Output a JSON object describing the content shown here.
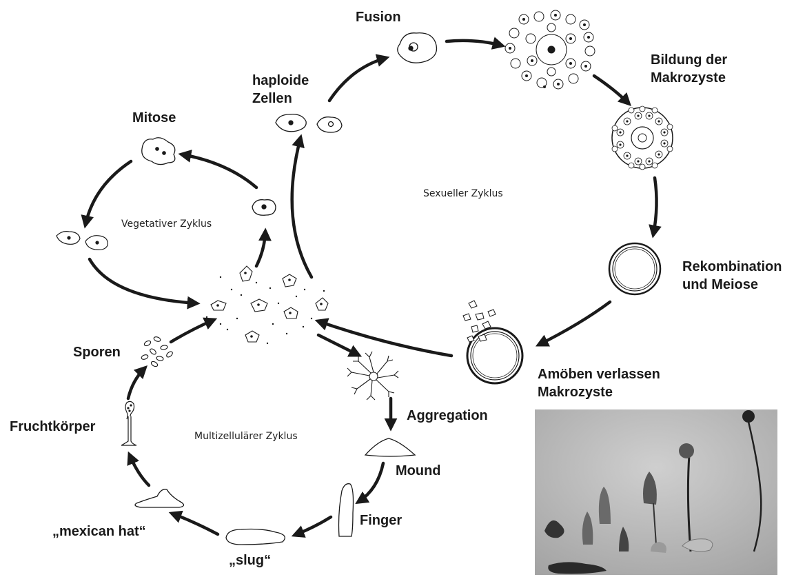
{
  "stages": {
    "fusion": "Fusion",
    "haploid_cells": "haploide\nZellen",
    "mitosis": "Mitose",
    "macrocyst_formation": "Bildung der\nMakrozyste",
    "recombination_meiosis": "Rekombination\nund Meiose",
    "amoebae_leave": "Amöben verlassen\nMakrozyste",
    "aggregation": "Aggregation",
    "mound": "Mound",
    "finger": "Finger",
    "slug": "„slug“",
    "mexican_hat": "„mexican hat“",
    "fruiting_body": "Fruchtkörper",
    "spores": "Sporen"
  },
  "cycles": {
    "sexual": "Sexueller Zyklus",
    "vegetative": "Vegetativer Zyklus",
    "multicellular": "Multizellulärer Zyklus"
  },
  "colors": {
    "ink": "#1a1a1a",
    "photo_bg": "#b9b9b9"
  }
}
